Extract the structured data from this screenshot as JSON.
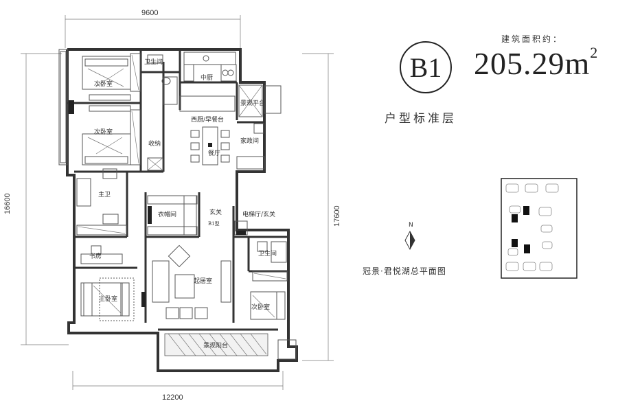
{
  "unit_badge": "B1",
  "area_caption": "建筑面积约：",
  "area_value": "205.29",
  "area_unit": "m",
  "area_unit_power": "2",
  "floor_type": "户型标准层",
  "site_plan_caption": "冠景·君悦湖总平面图",
  "north_label": "N",
  "dimensions": {
    "top_width": "9600",
    "bottom_width": "12200",
    "left_height": "16600",
    "right_height": "17600"
  },
  "rooms": {
    "bedroom_top": "次卧室",
    "bathroom_top": "卫生间",
    "kitchen": "中厨",
    "bedroom_second": "次卧室",
    "storage": "收纳",
    "western_kitchen": "西厨/早餐台",
    "dining": "餐厅",
    "balcony_top": "景观平台",
    "housekeeping": "家政间",
    "master_bath": "主卫",
    "cloakroom": "衣帽间",
    "entrance": "玄关",
    "unit_tag": "B1型",
    "lift_hall": "电梯厅/玄关",
    "study": "书房",
    "living": "起居室",
    "bathroom_right": "卫生间",
    "master_bedroom": "主卧室",
    "bedroom_right": "次卧室",
    "balcony_bottom": "景观阳台"
  }
}
